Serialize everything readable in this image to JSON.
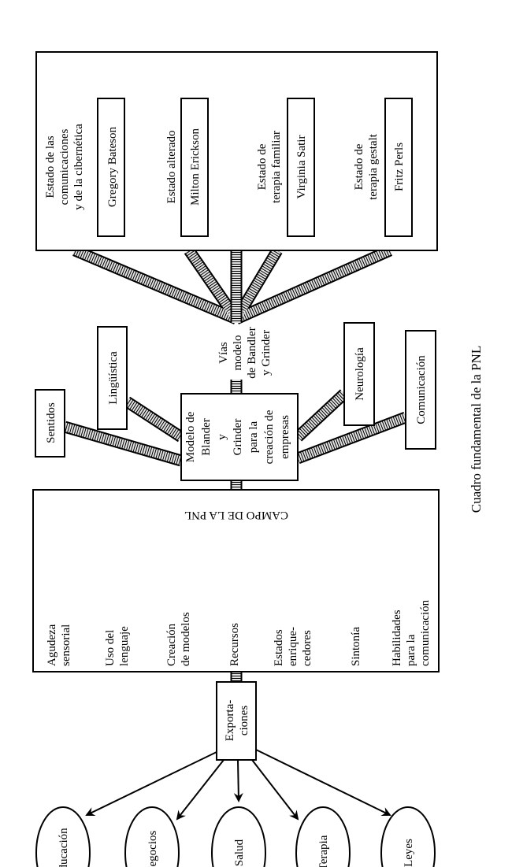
{
  "caption": "Cuadro fundamental de la PNL",
  "states": [
    {
      "label_lines": [
        "Estado de las",
        "comunicaciones",
        "y de la cibernética"
      ],
      "person": "Gregory Bateson"
    },
    {
      "label_lines": [
        "Estado alterado"
      ],
      "person": "Milton Erickson"
    },
    {
      "label_lines": [
        "Estado de",
        "terapia familiar"
      ],
      "person": "Virginia Satir"
    },
    {
      "label_lines": [
        "Estado de",
        "terapia gestalt"
      ],
      "person": "Fritz Perls"
    }
  ],
  "vias_lines": [
    "Vías",
    "modelo",
    "de Bandler",
    "y Grinder"
  ],
  "model_lines": [
    "Modelo de",
    "Blander",
    "y",
    "Grinder",
    "para la",
    "creación de",
    "empresas"
  ],
  "inputs": [
    "Sentidos",
    "Lingüística",
    "Neurología",
    "Comunicación"
  ],
  "campo": {
    "title": "CAMPO DE LA PNL",
    "items": [
      [
        "Agudeza",
        "sensorial"
      ],
      [
        "Uso del",
        "lenguaje"
      ],
      [
        "Creación",
        "de modelos"
      ],
      [
        "Recursos"
      ],
      [
        "Estados",
        "enrique-",
        "cedores"
      ],
      [
        "Sintonía"
      ],
      [
        "Habilidades",
        "para la",
        "comunicación"
      ]
    ]
  },
  "exports_lines": [
    "Exporta-",
    "ciones"
  ],
  "fields": [
    "Educación",
    "Negocios",
    "Salud",
    "Terapia",
    "Leyes"
  ]
}
